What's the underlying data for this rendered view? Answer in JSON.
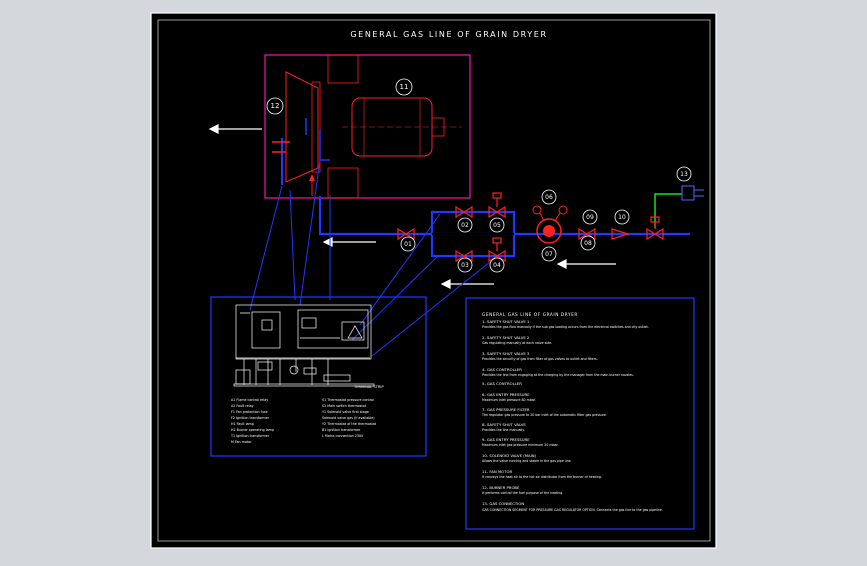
{
  "title": "GENERAL GAS LINE OF GRAIN DRYER",
  "callouts": {
    "c01": "01",
    "c02": "02",
    "c03": "03",
    "c04": "04",
    "c05": "05",
    "c06": "06",
    "c07": "07",
    "c08": "08",
    "c09": "09",
    "c10": "10",
    "c11": "11",
    "c12": "12",
    "c13": "13"
  },
  "panel": {
    "title": "GENERAL GAS LINE OF GRAIN DRYER",
    "items": [
      {
        "head": "1- SAFETY SHUT VALVE 1",
        "body": "Provides the gas flow manually if the sub gas loading occurs from the electrical switches and city outlet."
      },
      {
        "head": "2- SAFETY SHUT VALVE 2",
        "body": "Gas regulating manually at each valve side."
      },
      {
        "head": "3- SAFETY SHUT VALVE 3",
        "body": "Provides the security of gas from filter of gas valves to outlet and filters."
      },
      {
        "head": "4- GAS CONTROLLER",
        "body": "Provides the line from engaging at the charging by the manager from the main burner nozzles."
      },
      {
        "head": "5- GAS CONTROLLER",
        "body": ""
      },
      {
        "head": "6- GAS ENTRY PRESSURE",
        "body": "Maximum inlet pressure 80 mbar."
      },
      {
        "head": "7- GAS PRESSURE FILTER",
        "body": "The regulator gas pressure to 20 bar inlet of the automatic filter gas pressure."
      },
      {
        "head": "8- SAFETY SHUT VALVE",
        "body": "Provides the line manually."
      },
      {
        "head": "9- GAS ENTRY PRESSURE",
        "body": "Maximum inlet gas pressure minimum 20 mbar."
      },
      {
        "head": "10- SOLENOID VALVE (MAIN)",
        "body": "Allows the valve running and stable in the gas pipe line."
      },
      {
        "head": "11- FAN MOTOR",
        "body": "It conveys the heat air to the hot air distributor from the burner of heating."
      },
      {
        "head": "12- BURNER PROBE",
        "body": "It performs control the fuel purpose of the heating."
      },
      {
        "head": "13- GAS CONNECTION",
        "body": "GAS CONNECTION SEGMENT FOR PRESSURE GAS REGULATOR OPTION. Connects the gas line to the gas pipeline."
      }
    ]
  },
  "schematic": {
    "terminal_label": "TERMINAL STRIP",
    "legend_left": [
      "A1  Flame control relay",
      "A2  Fault relay",
      "F1  Fan protection fuse",
      "F2  Ignition transformer",
      "H1  Fault lamp",
      "H2  Burner operating lamp",
      "T1  Ignition transformer",
      "M   Fan motor"
    ],
    "legend_right": [
      "S1  Thermostat pressure control",
      "S2  Main switch thermostat",
      "Y1  Solenoid valve first stage",
      "    Solenoid valve gas (if available)",
      "Y2  Thermostat of the thermostat",
      "B1  Ignition transformer",
      "L   Mains connection 230V"
    ]
  },
  "colors": {
    "frame": "#ffffff",
    "background": "#000000",
    "burner": "#e0149c",
    "pipe": "#1e38ff",
    "valve": "#ff2020",
    "annotation": "#ffffff",
    "gas_connection": "#19e019"
  }
}
